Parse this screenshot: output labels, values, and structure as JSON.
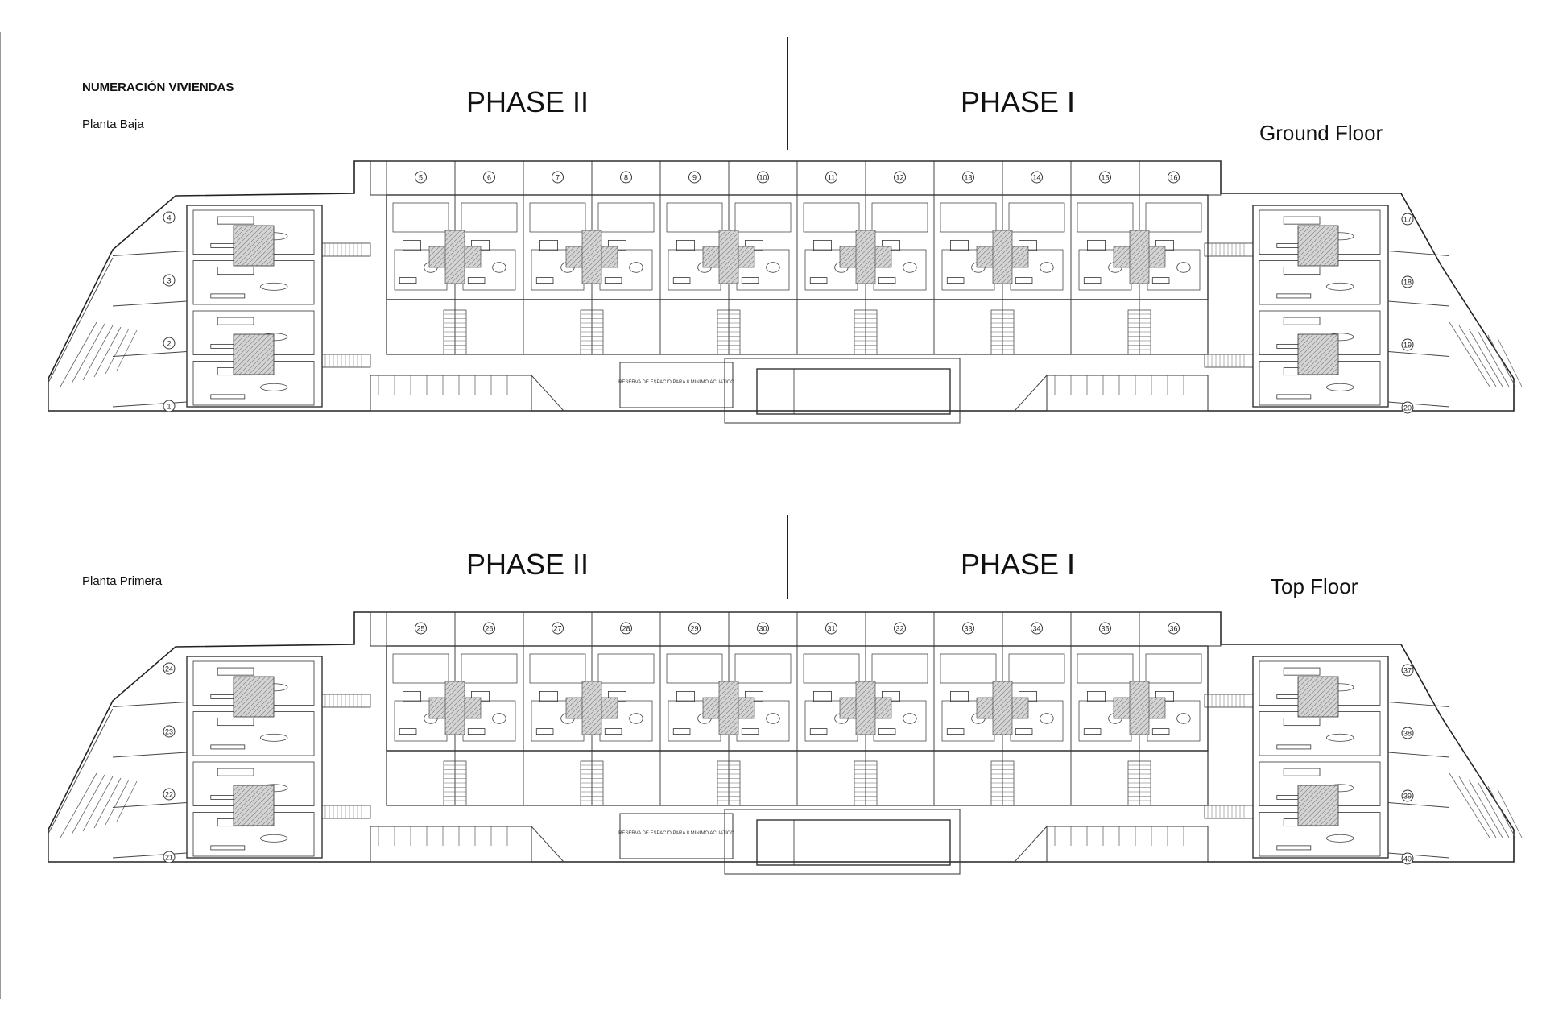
{
  "titles": {
    "numeracion": "NUMERACIÓN VIVIENDAS",
    "planta_baja": "Planta Baja",
    "planta_primera": "Planta Primera",
    "ground_phase_ii": "PHASE II",
    "ground_phase_i": "PHASE I",
    "top_phase_ii": "PHASE II",
    "top_phase_i": "PHASE I",
    "ground_floor": "Ground Floor",
    "top_floor": "Top Floor"
  },
  "plans": [
    {
      "name": "ground",
      "left_block": [
        "4",
        "3",
        "2",
        "1"
      ],
      "terrace": [
        "5",
        "6",
        "7",
        "8",
        "9",
        "10",
        "11",
        "12",
        "13",
        "14",
        "15",
        "16"
      ],
      "right_block": [
        "17",
        "18",
        "19",
        "20"
      ],
      "pool_note": "RESERVA DE ESPACIO PARA 8 MINIMO ACUATICO"
    },
    {
      "name": "top",
      "left_block": [
        "24",
        "23",
        "22",
        "21"
      ],
      "terrace": [
        "25",
        "26",
        "27",
        "28",
        "29",
        "30",
        "31",
        "32",
        "33",
        "34",
        "35",
        "36"
      ],
      "right_block": [
        "37",
        "38",
        "39",
        "40"
      ],
      "pool_note": "RESERVA DE ESPACIO PARA 8 MINIMO ACUATICO"
    }
  ]
}
